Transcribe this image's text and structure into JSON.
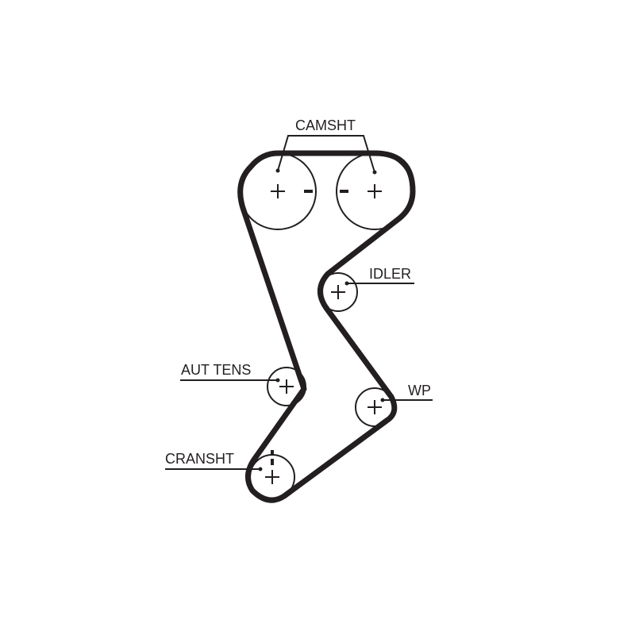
{
  "labels": {
    "camshaft": "CAMSHT",
    "idler": "IDLER",
    "auto_tensioner": "AUT TENS",
    "water_pump": "WP",
    "crankshaft": "CRANSHT"
  },
  "colors": {
    "line": "#231f20",
    "background": "#ffffff"
  },
  "icons": {
    "pulley_center": "plus-icon",
    "timing_mark": "dash-icon"
  }
}
